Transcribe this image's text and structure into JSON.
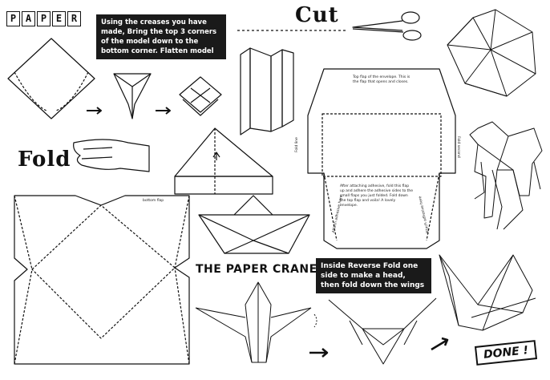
{
  "paper_badge": [
    "P",
    "A",
    "P",
    "E",
    "R"
  ],
  "instruction_fold": "Using the creases you have made, Bring the top 3 corners of the model down to the bottom corner. Flatten model",
  "title_cut": "Cut",
  "title_fold": "Fold",
  "title_crane": "THE PAPER CRANE",
  "instruction_crane": "Inside Reverse Fold one side to make a head, then fold down the wings",
  "done_label": "DONE !",
  "envelope_left": {
    "bottom_flap": "bottom flap"
  },
  "envelope_right": {
    "top_flap_note": "Top flap of the envelope. This is the flap that opens and closes.",
    "fold_left": "Fold line",
    "fold_right": "Fold second",
    "adhesive_left": "Attach adhesive here",
    "adhesive_right": "Attach adhesive here",
    "adhesive_note": "After attaching adhesive, fold this flap up and adhere the adhesive sides to the small flaps you just folded. Fold down the top flap and voila! A lovely envelope."
  }
}
